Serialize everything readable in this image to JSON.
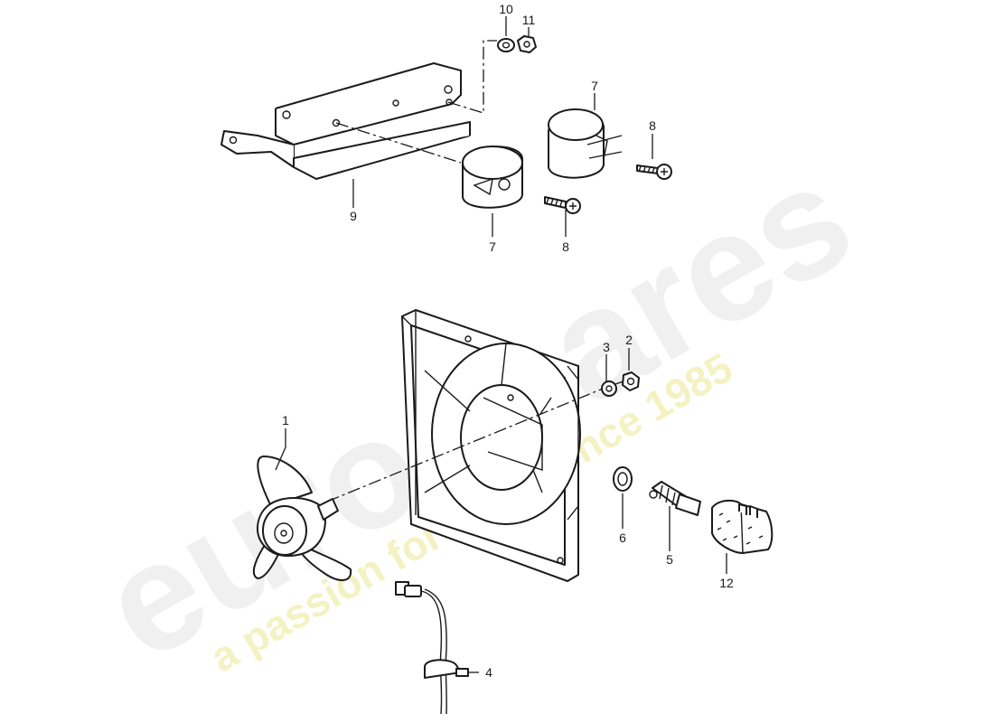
{
  "diagram": {
    "callouts": [
      "1",
      "2",
      "3",
      "4",
      "5",
      "6",
      "7",
      "7",
      "8",
      "8",
      "9",
      "10",
      "11",
      "12"
    ],
    "colors": {
      "ink": "#1a1a1a",
      "watermark": "#ececec",
      "watermark_tagline": "#f3f0b8",
      "gasket": "#d9d4b0"
    }
  },
  "watermark": {
    "brand": "eurospares",
    "tagline": "a passion for parts since 1985"
  }
}
